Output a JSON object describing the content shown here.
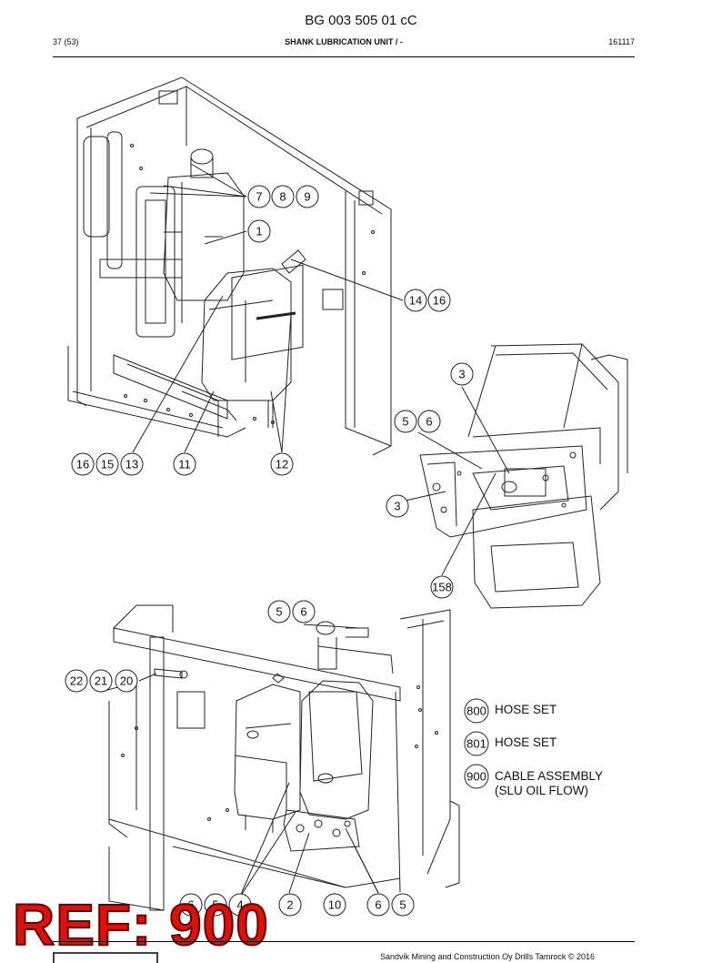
{
  "header": {
    "doc_number": "BG 003 505 01 cC",
    "page": "37 (53)",
    "title": "SHANK LUBRICATION UNIT / -",
    "date": "161117"
  },
  "callouts": {
    "c7": "7",
    "c8": "8",
    "c9": "9",
    "c1": "1",
    "c14": "14",
    "c16a": "16",
    "c16b": "16",
    "c15": "15",
    "c13": "13",
    "c11": "11",
    "c12": "12",
    "c3a": "3",
    "c5a": "5",
    "c6a": "6",
    "c3b": "3",
    "c158": "158",
    "c5b": "5",
    "c6b": "6",
    "c22": "22",
    "c21": "21",
    "c20": "20",
    "c6c": "6",
    "c5c": "5",
    "c4": "4",
    "c2": "2",
    "c10": "10",
    "c6d": "6",
    "c5d": "5"
  },
  "legend": [
    {
      "num": "800",
      "text": "HOSE SET"
    },
    {
      "num": "801",
      "text": "HOSE SET"
    },
    {
      "num": "900",
      "text": "CABLE ASSEMBLY\n(SLU OIL FLOW)"
    }
  ],
  "watermark": "REF: 900",
  "footer": "Sandvik Mining and Construction Oy Drills Tamrock © 2016"
}
